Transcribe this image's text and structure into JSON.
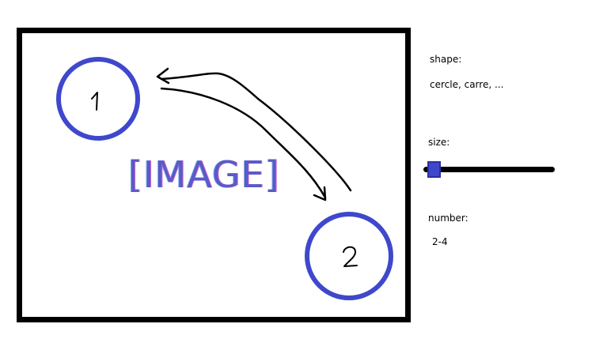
{
  "canvas": {
    "image_placeholder": "[IMAGE]",
    "circles": [
      {
        "label": "1"
      },
      {
        "label": "2"
      }
    ],
    "circle_color": "#3f48cc",
    "border_color": "#000000"
  },
  "panel": {
    "shape_label": "shape:",
    "shape_value": "cercle, carre, ...",
    "size_label": "size:",
    "size_slider": {
      "level": 0.05,
      "thumb_color": "#3f48cc"
    },
    "number_label": "number:",
    "number_value": "2-4"
  }
}
